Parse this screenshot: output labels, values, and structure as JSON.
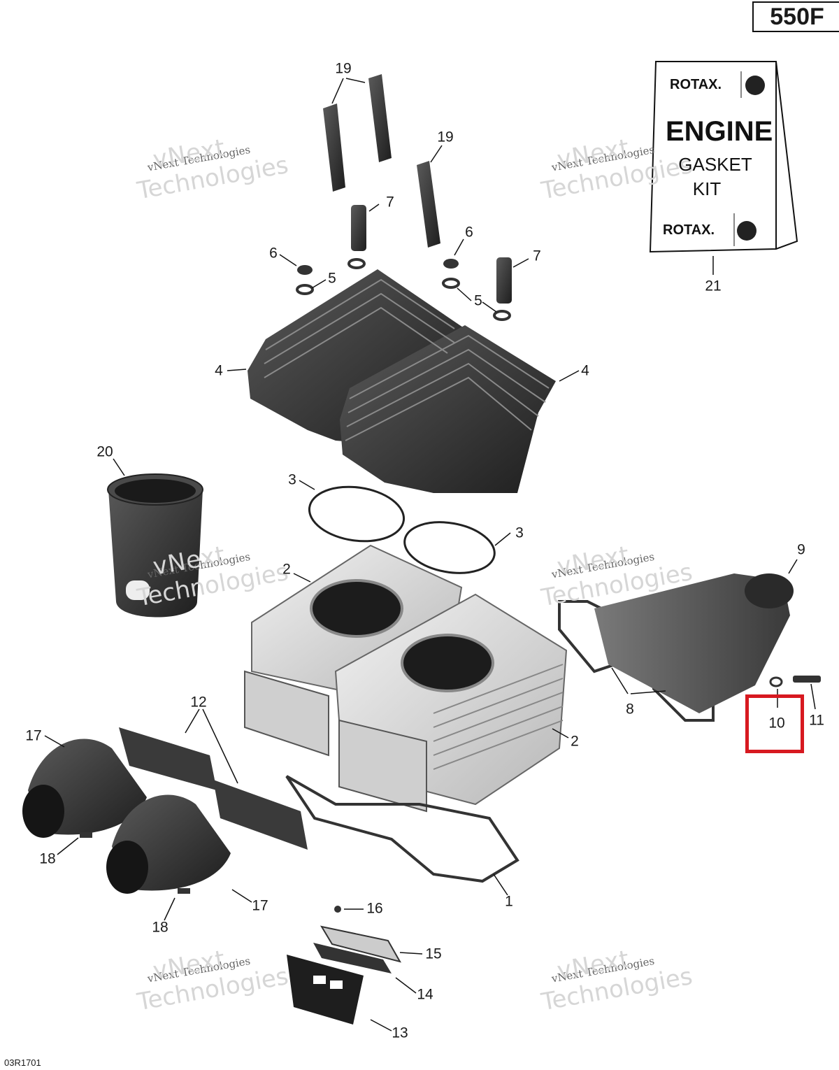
{
  "model": "550F",
  "ref_code": "03R1701",
  "watermark": {
    "company": "vNext Technologies",
    "line1": "vNext",
    "line2": "Technologies"
  },
  "kit": {
    "brand_top": "ROTAX.",
    "title": "ENGINE",
    "line2": "GASKET",
    "line3": "KIT",
    "brand_bottom": "ROTAX."
  },
  "callouts": [
    "1",
    "2",
    "2",
    "3",
    "3",
    "4",
    "4",
    "5",
    "5",
    "6",
    "6",
    "7",
    "7",
    "8",
    "9",
    "10",
    "11",
    "12",
    "13",
    "14",
    "15",
    "16",
    "17",
    "17",
    "18",
    "18",
    "19",
    "19",
    "20",
    "21"
  ],
  "highlighted_part": "10",
  "colors": {
    "highlight": "#d71920",
    "part_dark": "#2e2e2e",
    "part_light": "#d9d9d9"
  }
}
